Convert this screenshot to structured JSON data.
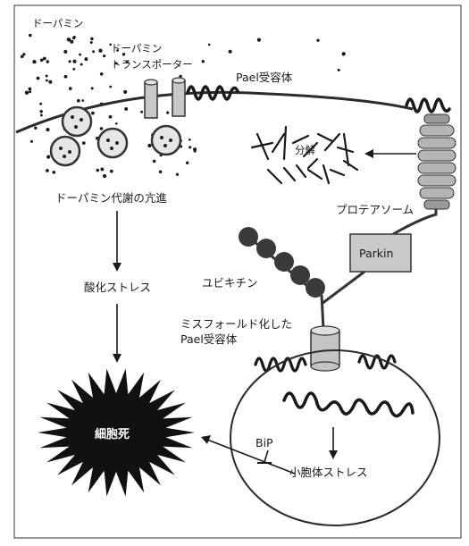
{
  "labels": {
    "dopamine": "ドーパミン",
    "dopamine_transporter_line1": "ドーパミン",
    "dopamine_transporter_line2": "トランスポーター",
    "pael_receptor": "Pael受容体",
    "degradation": "分解",
    "proteasome": "プロテアソーム",
    "dopamine_metabolism": "ドーパミン代謝の亢進",
    "parkin": "Parkin",
    "ubiquitin": "ユビキチン",
    "oxidative_stress": "酸化ストレス",
    "misfolded_line1": "ミスフォールド化した",
    "misfolded_line2": "Pael受容体",
    "cell_death": "細胞死",
    "bip": "BiP",
    "er_stress": "小胞体ストレス"
  },
  "colors": {
    "ink": "#1a1a1a",
    "membrane": "#2b2b2b",
    "cell_death_fill": "#111111",
    "gray_fill": "#bdbdbd",
    "ubiquitin_fill": "#3a3a3a"
  }
}
